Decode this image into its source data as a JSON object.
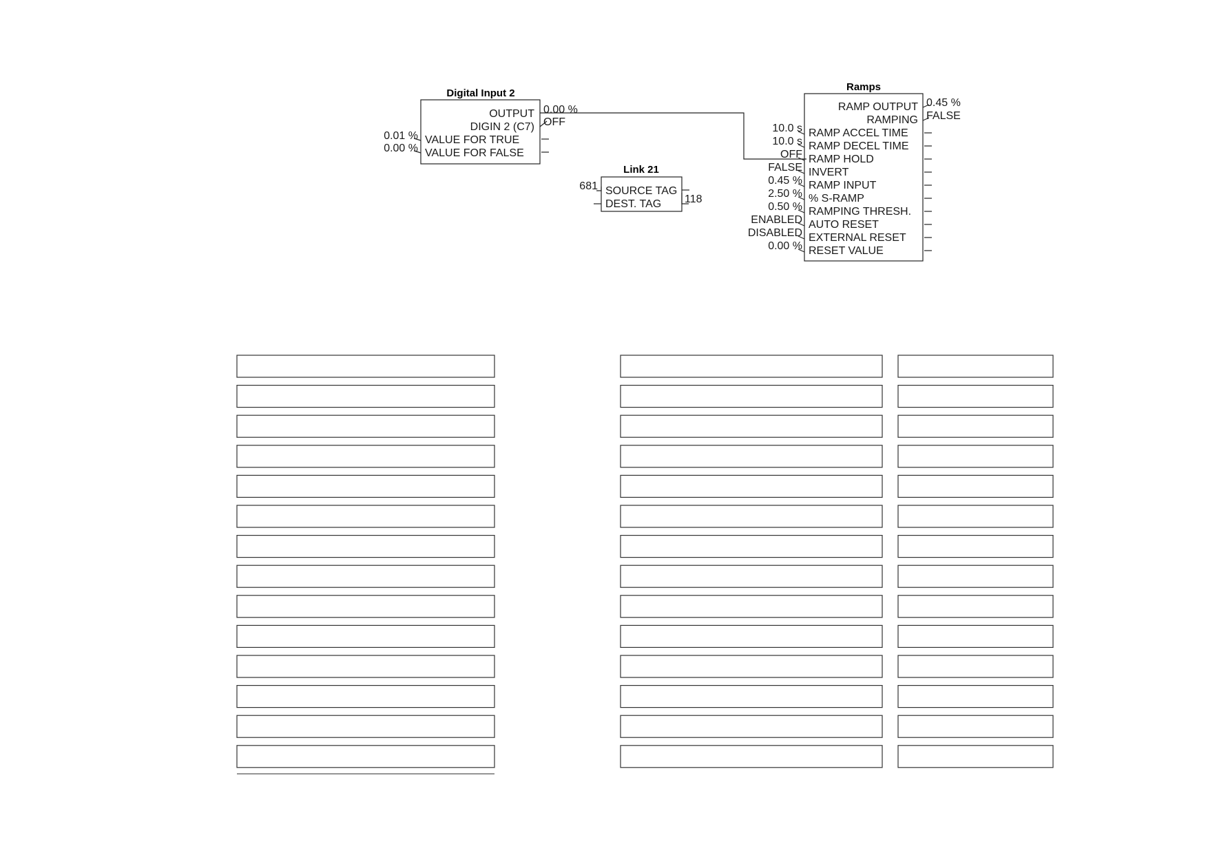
{
  "blocks": {
    "digital_input": {
      "title": "Digital Input 2",
      "outputs": [
        {
          "label": "OUTPUT",
          "value": "0.00 %"
        },
        {
          "label": "DIGIN 2 (C7)",
          "value": "OFF"
        }
      ],
      "inputs": [
        {
          "label": "VALUE FOR TRUE",
          "value": "0.01 %"
        },
        {
          "label": "VALUE FOR FALSE",
          "value": "0.00 %"
        }
      ]
    },
    "link": {
      "title": "Link 21",
      "source": {
        "label": "SOURCE TAG",
        "value": "681"
      },
      "dest": {
        "label": "DEST. TAG",
        "value": "118"
      }
    },
    "ramps": {
      "title": "Ramps",
      "outputs": [
        {
          "label": "RAMP OUTPUT",
          "value": "0.45 %"
        },
        {
          "label": "RAMPING",
          "value": "FALSE"
        }
      ],
      "inputs": [
        {
          "label": "RAMP ACCEL TIME",
          "value": "10.0 s"
        },
        {
          "label": "RAMP DECEL TIME",
          "value": "10.0 s"
        },
        {
          "label": "RAMP HOLD",
          "value": "OFF"
        },
        {
          "label": "INVERT",
          "value": "FALSE"
        },
        {
          "label": "RAMP INPUT",
          "value": "0.45 %"
        },
        {
          "label": "% S-RAMP",
          "value": "2.50 %"
        },
        {
          "label": "RAMPING THRESH.",
          "value": "0.50 %"
        },
        {
          "label": "AUTO RESET",
          "value": "ENABLED"
        },
        {
          "label": "EXTERNAL RESET",
          "value": "DISABLED"
        },
        {
          "label": "RESET VALUE",
          "value": "0.00 %"
        }
      ]
    }
  },
  "form": {
    "rows": 14,
    "columns": [
      "left",
      "middle",
      "right"
    ]
  }
}
